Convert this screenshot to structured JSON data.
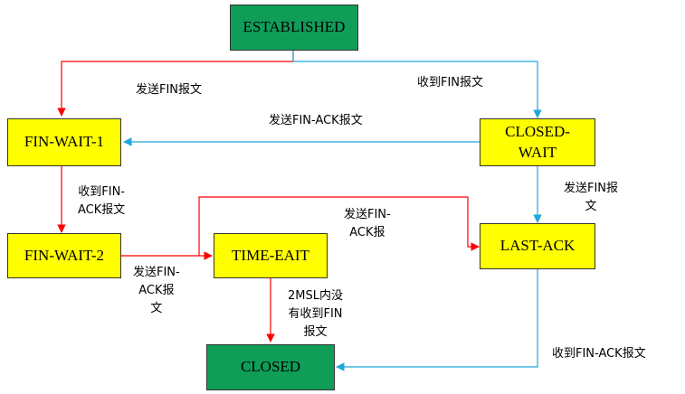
{
  "colors": {
    "red": "#ff0000",
    "blue": "#1ea7dc",
    "green": "#0f9d58",
    "yellow": "#ffff00"
  },
  "states": {
    "established": "ESTABLISHED",
    "fin_wait_1": "FIN-WAIT-1",
    "closed_wait": "CLOSED-\nWAIT",
    "fin_wait_2": "FIN-WAIT-2",
    "time_eait": "TIME-EAIT",
    "last_ack": "LAST-ACK",
    "closed": "CLOSED"
  },
  "transitions": {
    "send_fin": "发送FIN报文",
    "recv_fin": "收到FIN报文",
    "send_fin_ack": "发送FIN-ACK报文",
    "send_fin_2": "发送FIN报\n文",
    "recv_fin_ack_1": "收到FIN-\nACK报文",
    "send_fin_ack_2": "发送FIN-\nACK报",
    "send_fin_ack_3": "发送FIN-\nACK报\n文",
    "msl_timeout": "2MSL内没\n有收到FIN\n报文",
    "recv_fin_ack_2": "收到FIN-ACK报文"
  }
}
